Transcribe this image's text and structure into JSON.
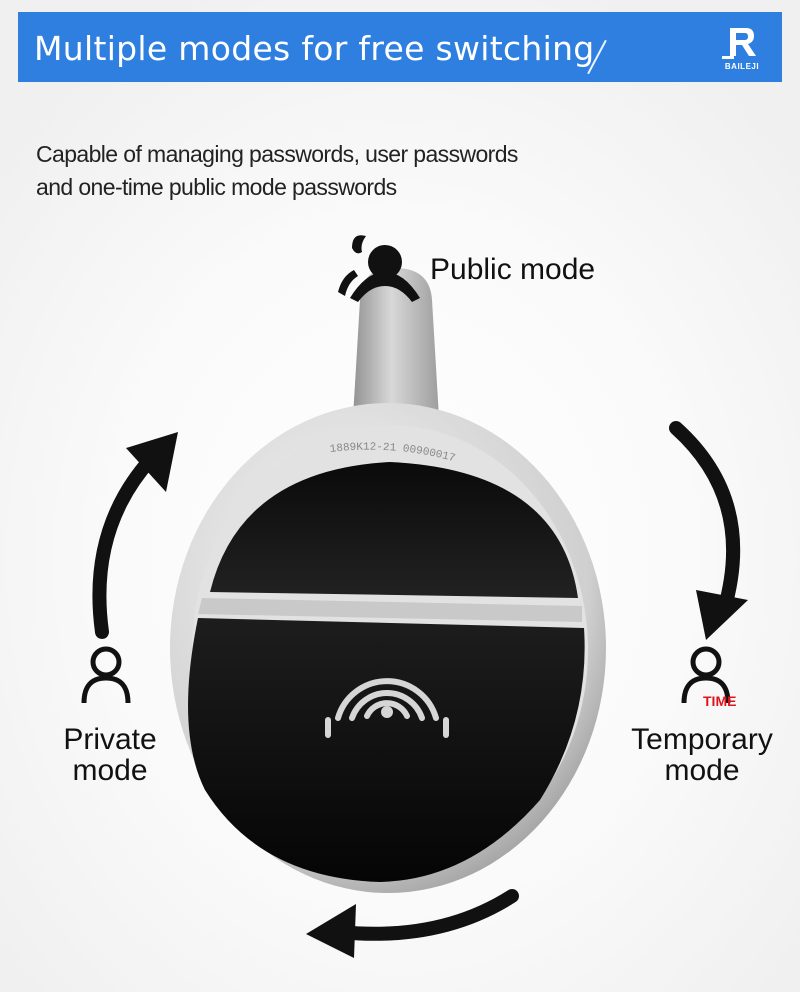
{
  "header": {
    "title": "Multiple modes for free switching",
    "logo_text": "BAILEJI",
    "background_color": "#2f7fe0"
  },
  "description": {
    "line1": "Capable of managing passwords, user passwords",
    "line2": "and one-time public mode passwords"
  },
  "modes": {
    "public": {
      "label": "Public mode",
      "icon": "public-users-icon"
    },
    "private": {
      "line1": "Private",
      "line2": "mode",
      "icon": "user-icon"
    },
    "temporary": {
      "line1": "Temporary",
      "line2": "mode",
      "icon": "user-time-icon",
      "badge": "TIME",
      "badge_color": "#e0141e"
    }
  },
  "device": {
    "engraving": "1889K12-21 00900017"
  }
}
